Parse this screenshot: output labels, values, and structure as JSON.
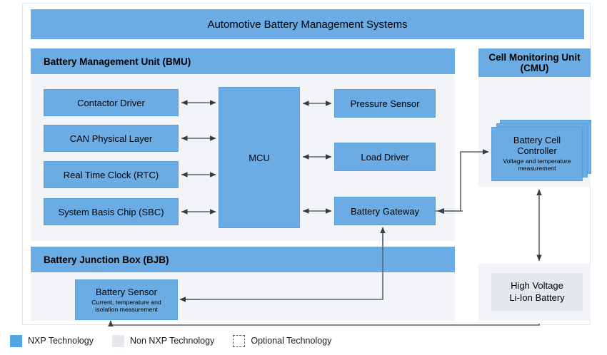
{
  "title": {
    "text": "Automotive Battery Management Systems"
  },
  "panels": {
    "bmu": {
      "header": "Battery Management Unit (BMU)"
    },
    "cmu": {
      "header_line1": "Cell Monitoring Unit",
      "header_line2": "(CMU)"
    },
    "bjb": {
      "header": "Battery Junction Box (BJB)"
    }
  },
  "blocks": {
    "contactor_driver": "Contactor Driver",
    "can_physical_layer": "CAN Physical Layer",
    "real_time_clock": "Real Time Clock (RTC)",
    "system_basis_chip": "System Basis Chip (SBC)",
    "mcu": "MCU",
    "pressure_sensor": "Pressure Sensor",
    "load_driver": "Load Driver",
    "battery_gateway": "Battery Gateway",
    "battery_cell_controller": {
      "title_line1": "Battery Cell",
      "title_line2": "Controller",
      "subtitle_line1": "Voltage and temperature",
      "subtitle_line2": "measurement"
    },
    "battery_sensor": {
      "title": "Battery Sensor",
      "subtitle_line1": "Current, temperature and",
      "subtitle_line2": "isolation measurement"
    },
    "high_voltage_battery": {
      "line1": "High Voltage",
      "line2": "Li-Ion Battery"
    }
  },
  "legend": {
    "items": [
      {
        "label": "NXP Technology",
        "swatch": "blue"
      },
      {
        "label": "Non NXP Technology",
        "swatch": "gray"
      },
      {
        "label": "Optional Technology",
        "swatch": "dashed"
      }
    ]
  },
  "colors": {
    "nxp_blue": "#6BACE4",
    "legend_blue": "#51A5E0",
    "non_nxp_gray": "#e4e8ed",
    "panel_bg": "#f2f4f7",
    "wire": "#5a6472"
  }
}
